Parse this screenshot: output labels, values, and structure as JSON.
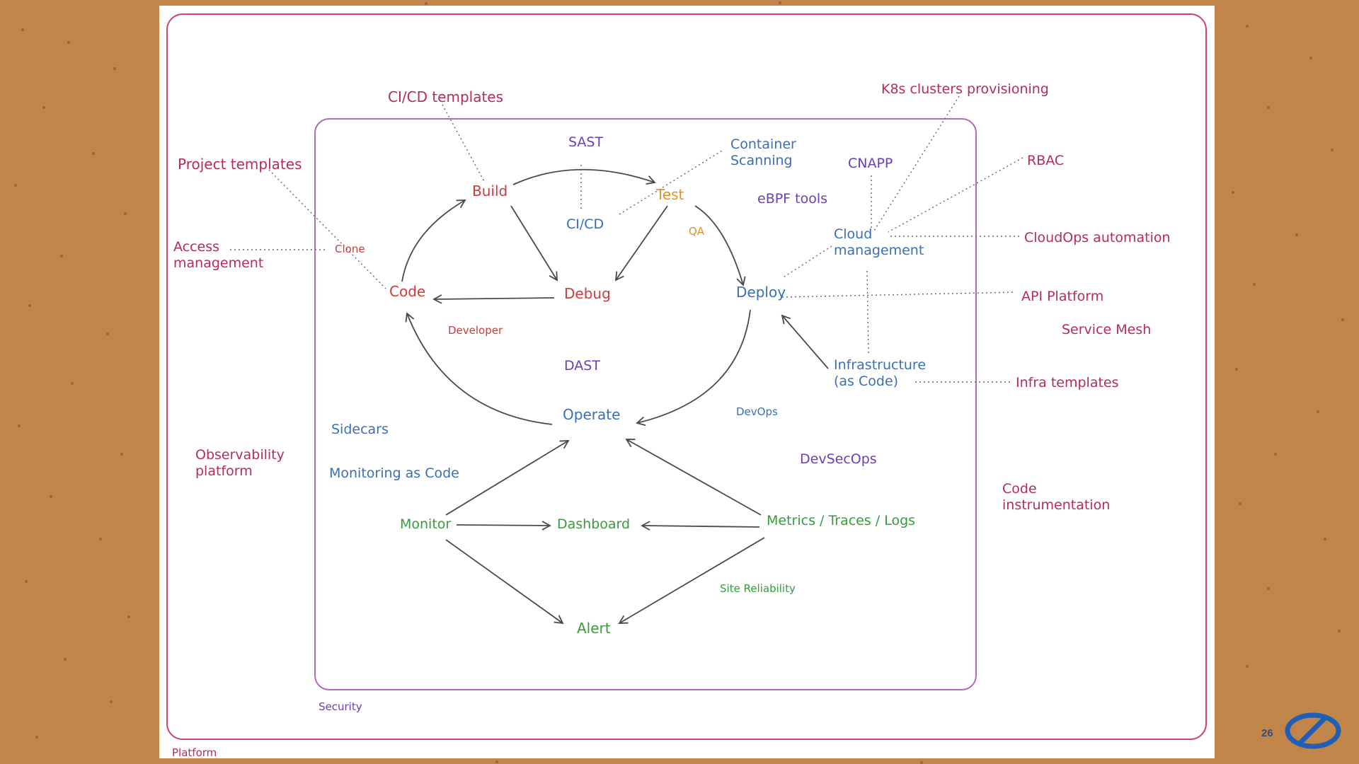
{
  "page_number": "26",
  "colors": {
    "background": "#c1854a",
    "outer_frame": "#c9457a",
    "inner_frame": "#b06ab8",
    "developer": "#cf3a3a",
    "platform": "#b52a5f",
    "security": "#6a3fb5",
    "devops": "#3a6fb0",
    "sre": "#3a9a3f",
    "qa": "#df9126",
    "logo": "#1f5fb5"
  },
  "icons": [
    "brand-logo-icon"
  ],
  "diagram": {
    "zones": {
      "platform": "Platform",
      "security": "Security",
      "developer": "Developer",
      "devops": "DevOps",
      "site_reliability": "Site Reliability",
      "qa": "QA",
      "devsecops": "DevSecOps"
    },
    "developer_loop": {
      "build": "Build",
      "test": "Test",
      "code": "Code",
      "debug": "Debug",
      "clone": "Clone"
    },
    "ops_loop": {
      "deploy": "Deploy",
      "operate": "Operate",
      "cloud_management": "Cloud\nmanagement",
      "infrastructure_as_code": "Infrastructure\n(as Code)"
    },
    "observability_loop": {
      "monitor": "Monitor",
      "dashboard": "Dashboard",
      "metrics": "Metrics / Traces / Logs",
      "alert": "Alert"
    },
    "security_items": {
      "sast": "SAST",
      "ci_cd": "CI/CD",
      "container_scanning": "Container\nScanning",
      "cnapp": "CNAPP",
      "ebpf": "eBPF tools",
      "dast": "DAST"
    },
    "ops_items": {
      "sidecars": "Sidecars",
      "monitoring_as_code": "Monitoring as Code"
    },
    "platform_items": {
      "ci_cd_templates": "CI/CD templates",
      "project_templates": "Project templates",
      "access_management": "Access\nmanagement",
      "k8s": "K8s clusters provisioning",
      "rbac": "RBAC",
      "cloudops": "CloudOps automation",
      "api_platform": "API Platform",
      "service_mesh": "Service Mesh",
      "infra_templates": "Infra templates",
      "observability": "Observability\nplatform",
      "code_instrumentation": "Code\ninstrumentation"
    }
  }
}
